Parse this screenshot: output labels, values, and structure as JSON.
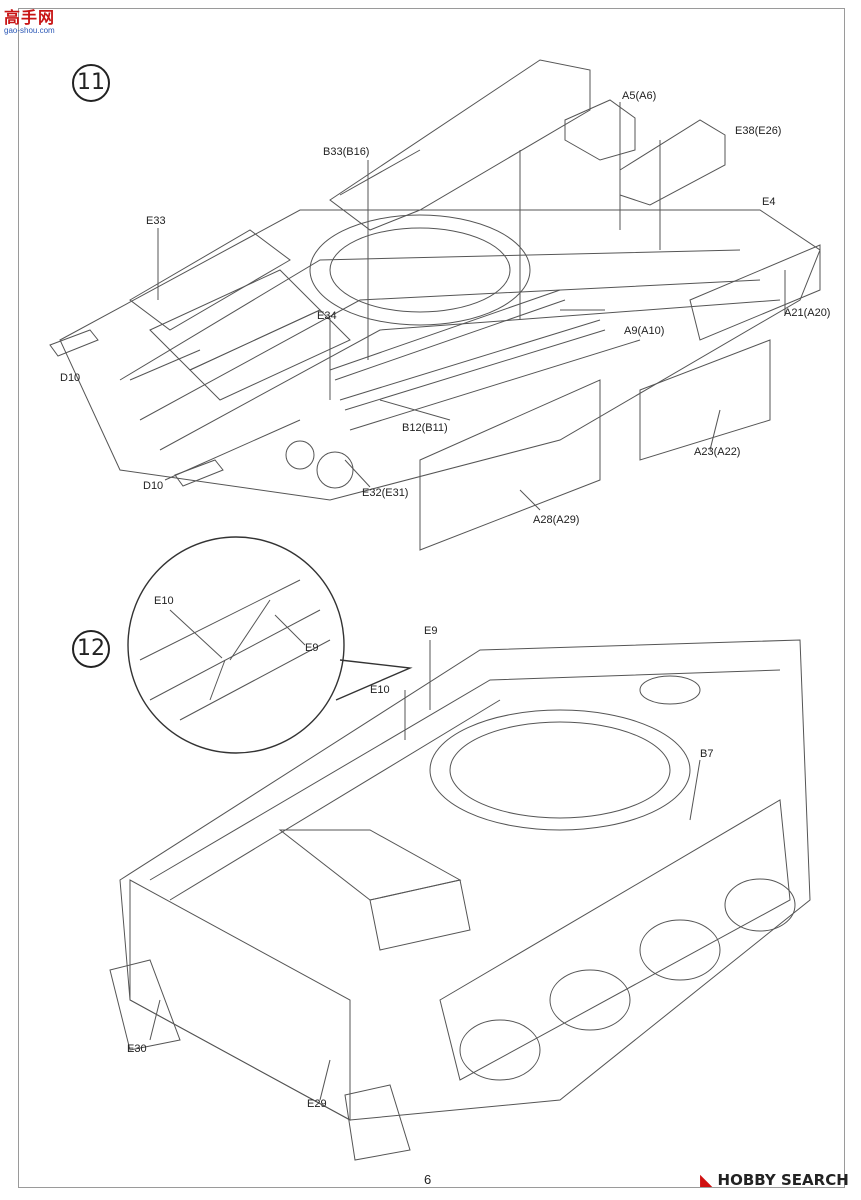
{
  "watermark_top": {
    "logo_text": "高手网",
    "url": "gao-shou.com"
  },
  "watermark_bottom": {
    "text": "HOBBY SEARCH"
  },
  "page_number": "6",
  "steps": [
    {
      "number": "11"
    },
    {
      "number": "12"
    }
  ],
  "step11_labels": {
    "a5": "A5(A6)",
    "e38": "E38(E26)",
    "b33": "B33(B16)",
    "e4": "E4",
    "e33": "E33",
    "a21": "A21(A20)",
    "e34": "E34",
    "a9": "A9(A10)",
    "d10_top": "D10",
    "b12": "B12(B11)",
    "a23": "A23(A22)",
    "d10_bottom": "D10",
    "e32": "E32(E31)",
    "a28": "A28(A29)"
  },
  "step12_labels": {
    "e10_inset": "E10",
    "e9_inset": "E9",
    "e9": "E9",
    "e10": "E10",
    "b7": "B7",
    "e30": "E30",
    "e29": "E29"
  }
}
